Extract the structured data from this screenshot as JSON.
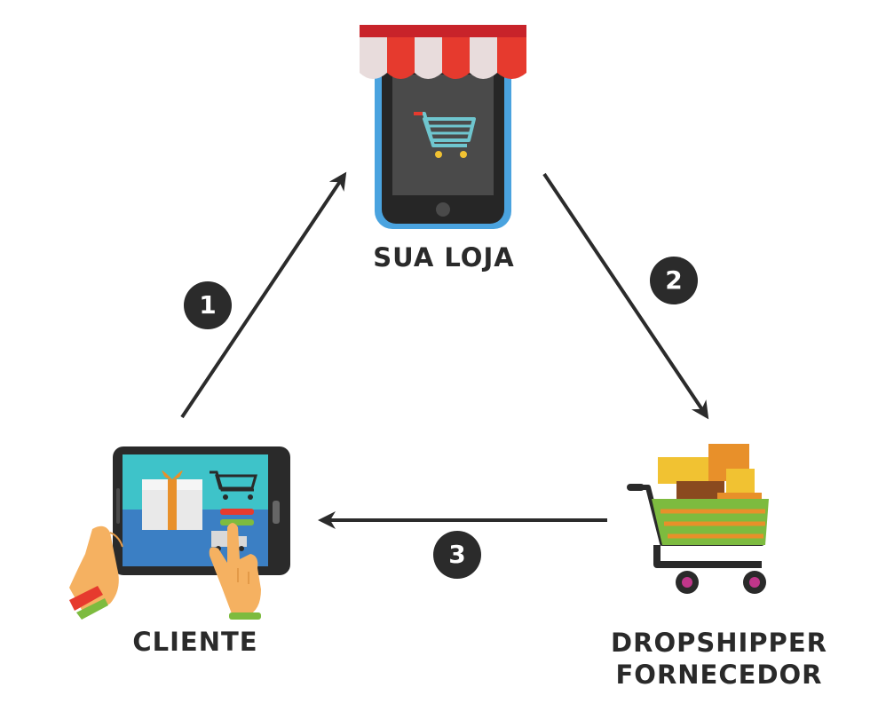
{
  "nodes": {
    "store": {
      "label": "SUA LOJA"
    },
    "client": {
      "label": "CLIENTE"
    },
    "supplier": {
      "line1": "DROPSHIPPER",
      "line2": "FORNECEDOR"
    }
  },
  "steps": {
    "one": "1",
    "two": "2",
    "three": "3"
  },
  "colors": {
    "arrow": "#2b2b2b",
    "awning_red": "#e63a2e",
    "awning_light": "#e8dcdc",
    "phone_frame": "#4aa3df",
    "screen_dark": "#3a3a3a",
    "cart_teal": "#6fc6cf",
    "tablet_teal": "#3ec3c9",
    "tablet_blue": "#3b7fc4",
    "cart_green": "#7dbb3f",
    "wheel_magenta": "#c0368a",
    "skin": "#f5b161",
    "box_yellow": "#f1c232",
    "box_orange": "#e8902a",
    "box_brown": "#8a4a1f"
  },
  "icons": [
    "storefront-phone-icon",
    "shopping-cart-icon",
    "tablet-shopping-icon",
    "gift-box-icon",
    "hand-icon",
    "delivery-truck-icon",
    "loaded-cart-icon",
    "boxes-icon"
  ]
}
